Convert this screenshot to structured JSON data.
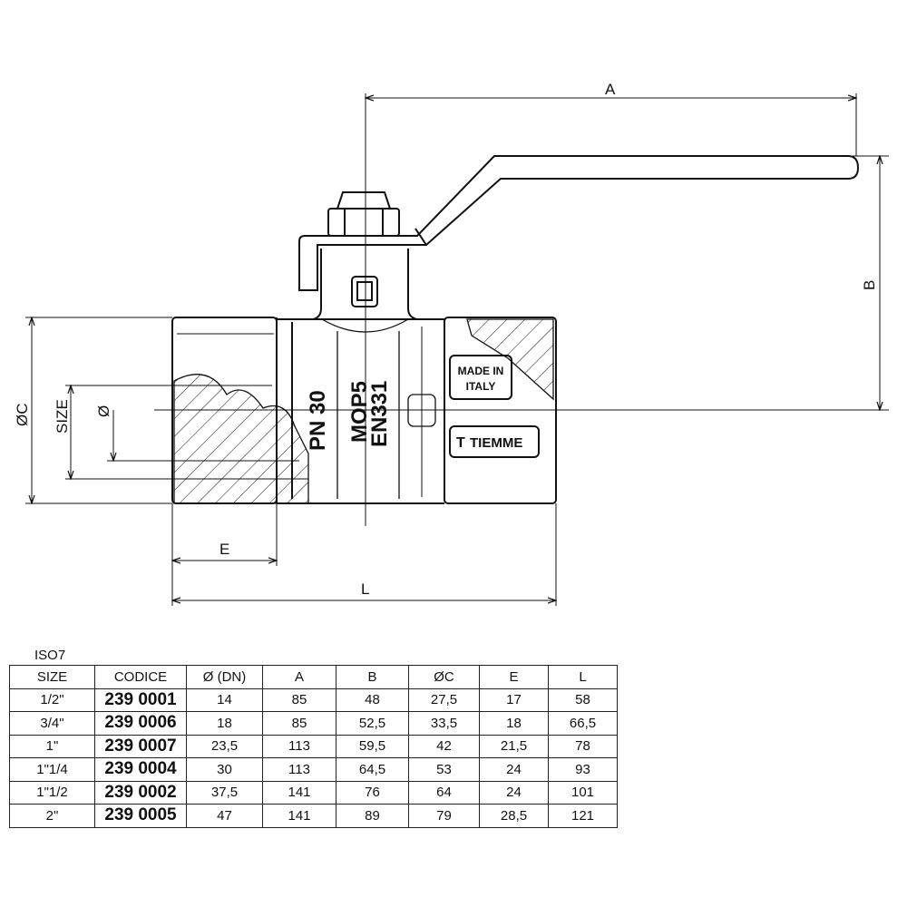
{
  "drawing": {
    "dimensions": {
      "A": "A",
      "B": "B",
      "C": "ØC",
      "size": "SIZE",
      "dn": "Ø",
      "E": "E",
      "L": "L"
    },
    "markings": {
      "pn": "PN 30",
      "mop": "MOP5",
      "norm": "EN331",
      "origin_line1": "MADE IN",
      "origin_line2": "ITALY",
      "brand": "TIEMME"
    }
  },
  "table": {
    "caption": "ISO7",
    "headers": [
      "SIZE",
      "CODICE",
      "Ø (DN)",
      "A",
      "B",
      "ØC",
      "E",
      "L"
    ],
    "rows": [
      [
        "1/2\"",
        "239 0001",
        "14",
        "85",
        "48",
        "27,5",
        "17",
        "58"
      ],
      [
        "3/4\"",
        "239 0006",
        "18",
        "85",
        "52,5",
        "33,5",
        "18",
        "66,5"
      ],
      [
        "1\"",
        "239 0007",
        "23,5",
        "113",
        "59,5",
        "42",
        "21,5",
        "78"
      ],
      [
        "1\"1/4",
        "239 0004",
        "30",
        "113",
        "64,5",
        "53",
        "24",
        "93"
      ],
      [
        "1\"1/2",
        "239 0002",
        "37,5",
        "141",
        "76",
        "64",
        "24",
        "101"
      ],
      [
        "2\"",
        "239 0005",
        "47",
        "141",
        "89",
        "79",
        "28,5",
        "121"
      ]
    ]
  }
}
